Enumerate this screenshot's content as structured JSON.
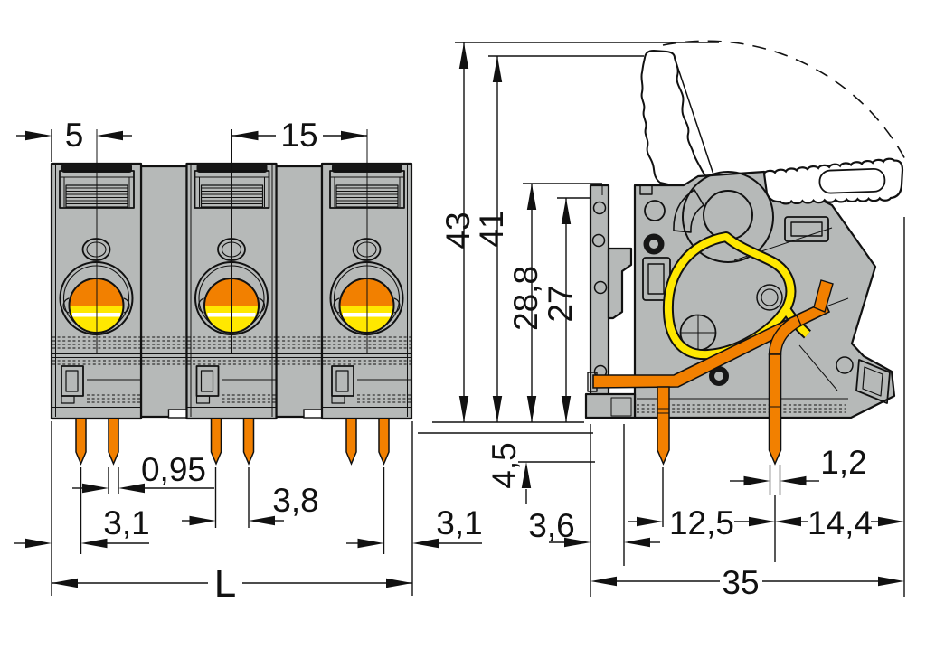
{
  "front_view": {
    "dim_pole_edge_to_center": "5",
    "dim_pole_pitch": "15",
    "dim_pin_thickness": "0,95",
    "dim_edge_to_first_pin": "3,1",
    "dim_pin_pair_spacing": "3,8",
    "dim_last_pin_to_edge": "3,1",
    "dim_overall_length": "L"
  },
  "side_view": {
    "dim_max_height_lever_open": "43",
    "dim_height_lever_raised": "41",
    "dim_housing_height": "28,8",
    "dim_housing_front_height": "27",
    "dim_pin_length": "4,5",
    "dim_front_ledge_depth": "3,6",
    "dim_pin_row_spacing": "12,5",
    "dim_pin_width": "1,2",
    "dim_pin_to_lever_end": "14,4",
    "dim_overall_depth": "35"
  },
  "colors": {
    "body_gray": "#b6b9b8",
    "detail_gray": "#c9cccb",
    "mid_gray": "#a4a7a6",
    "dark": "#161616",
    "orange": "#f28000",
    "yellow": "#ffe800",
    "white": "#ffffff",
    "line": "#111111",
    "background": "#ffffff"
  }
}
